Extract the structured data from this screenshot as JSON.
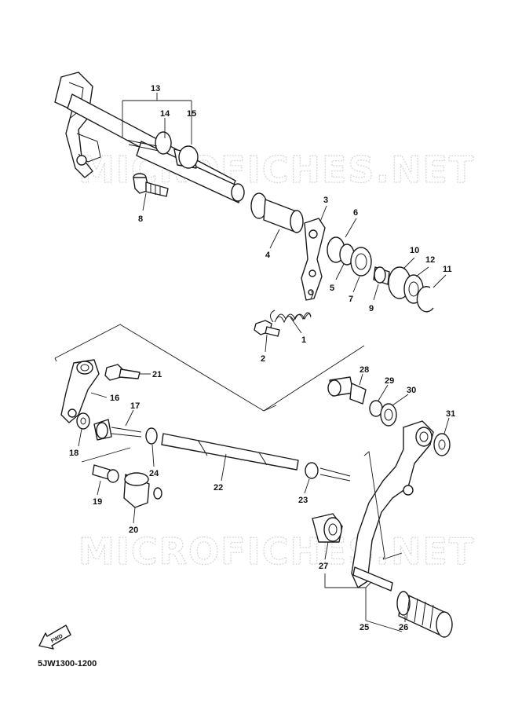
{
  "diagram": {
    "watermark_text": "MICROFICHES.NET",
    "drawing_code": "5JW1300-1200",
    "fwd_label": "FWD",
    "callouts": [
      {
        "id": "1",
        "label": "1"
      },
      {
        "id": "2",
        "label": "2"
      },
      {
        "id": "3",
        "label": "3"
      },
      {
        "id": "4",
        "label": "4"
      },
      {
        "id": "5",
        "label": "5"
      },
      {
        "id": "6",
        "label": "6"
      },
      {
        "id": "7",
        "label": "7"
      },
      {
        "id": "8",
        "label": "8"
      },
      {
        "id": "9",
        "label": "9"
      },
      {
        "id": "10",
        "label": "10"
      },
      {
        "id": "11",
        "label": "11"
      },
      {
        "id": "12",
        "label": "12"
      },
      {
        "id": "13",
        "label": "13"
      },
      {
        "id": "14",
        "label": "14"
      },
      {
        "id": "15",
        "label": "15"
      },
      {
        "id": "16",
        "label": "16"
      },
      {
        "id": "17",
        "label": "17"
      },
      {
        "id": "18",
        "label": "18"
      },
      {
        "id": "19",
        "label": "19"
      },
      {
        "id": "20",
        "label": "20"
      },
      {
        "id": "21",
        "label": "21"
      },
      {
        "id": "22",
        "label": "22"
      },
      {
        "id": "23",
        "label": "23"
      },
      {
        "id": "24",
        "label": "24"
      },
      {
        "id": "25",
        "label": "25"
      },
      {
        "id": "26",
        "label": "26"
      },
      {
        "id": "27",
        "label": "27"
      },
      {
        "id": "28",
        "label": "28"
      },
      {
        "id": "29",
        "label": "29"
      },
      {
        "id": "30",
        "label": "30"
      },
      {
        "id": "31",
        "label": "31"
      }
    ]
  }
}
